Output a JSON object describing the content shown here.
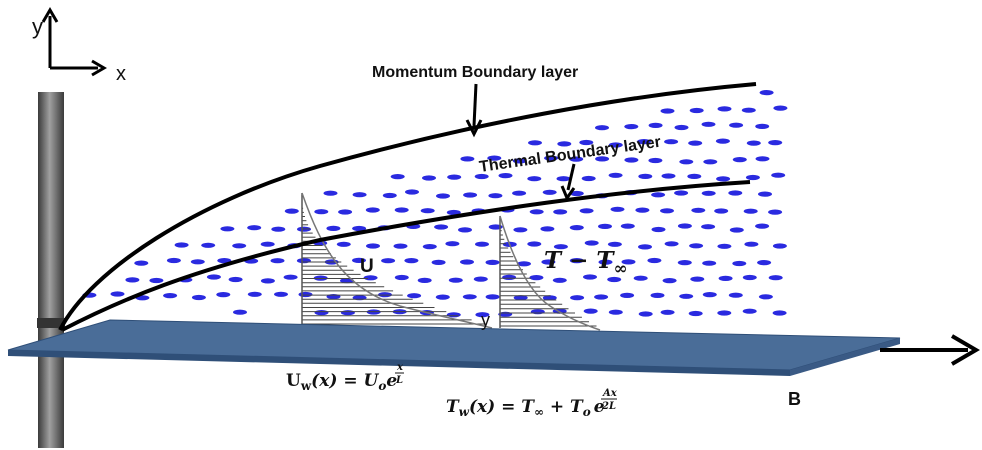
{
  "axes": {
    "x_label": "x",
    "y_label": "y"
  },
  "labels": {
    "momentum": "Momentum Boundary layer",
    "thermal": "Thermal Boundary layer",
    "velocity_profile": "U",
    "temperature_profile": "T − T",
    "temperature_sub": "∞",
    "wall_y": "y",
    "plate_end": "B"
  },
  "equations": {
    "uw": {
      "lhs": "U",
      "lhs_sub": "w",
      "args": "(x) = U",
      "u_sub": "o",
      "e": "e",
      "exp_num": "x",
      "exp_den": "L"
    },
    "tw": {
      "lhs": "T",
      "lhs_sub": "w",
      "args": "(x) = T",
      "inf": "∞",
      "plus": " + T",
      "t_sub": "o",
      "e": "e",
      "exp_num": "Ax",
      "exp_den": "2L"
    }
  },
  "colors": {
    "plate_top": "#4a6d98",
    "plate_edge": "#2f4f78",
    "particles": "#2a2ae0",
    "rod": "#6e6e6e",
    "lines": "#000000"
  }
}
